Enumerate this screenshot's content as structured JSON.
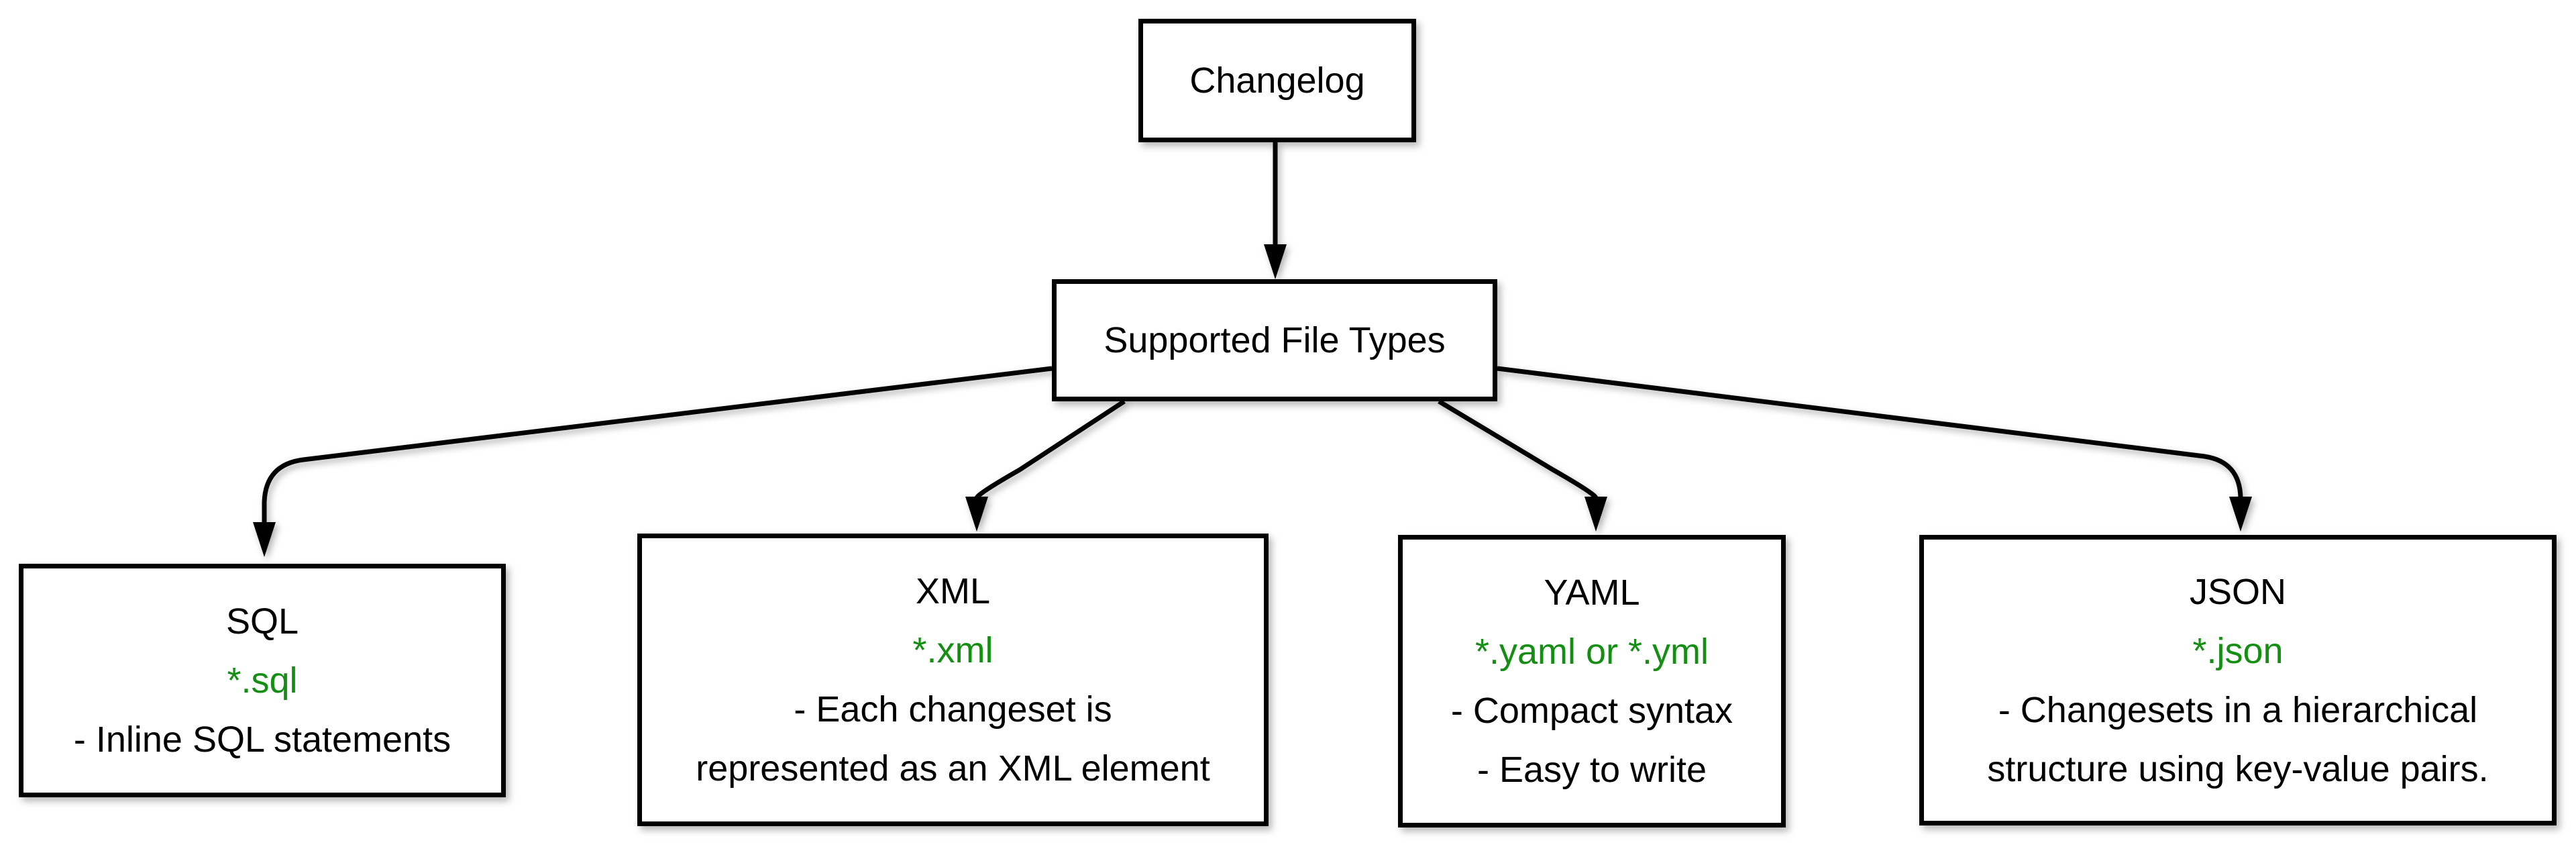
{
  "colors": {
    "extension_green": "#148f14",
    "line_and_text": "#000000",
    "background": "#ffffff"
  },
  "root_node": {
    "label": "Changelog"
  },
  "hub_node": {
    "label": "Supported File Types"
  },
  "leaf_nodes": {
    "sql": {
      "title": "SQL",
      "extension": "*.sql",
      "description": [
        "- Inline SQL statements"
      ]
    },
    "xml": {
      "title": "XML",
      "extension": "*.xml",
      "description": [
        "- Each changeset is",
        "represented as an XML element"
      ]
    },
    "yaml": {
      "title": "YAML",
      "extension": "*.yaml or *.yml",
      "description": [
        "- Compact syntax",
        "- Easy to write"
      ]
    },
    "json": {
      "title": "JSON",
      "extension": "*.json",
      "description": [
        "- Changesets in a hierarchical",
        "structure using key-value pairs."
      ]
    }
  }
}
